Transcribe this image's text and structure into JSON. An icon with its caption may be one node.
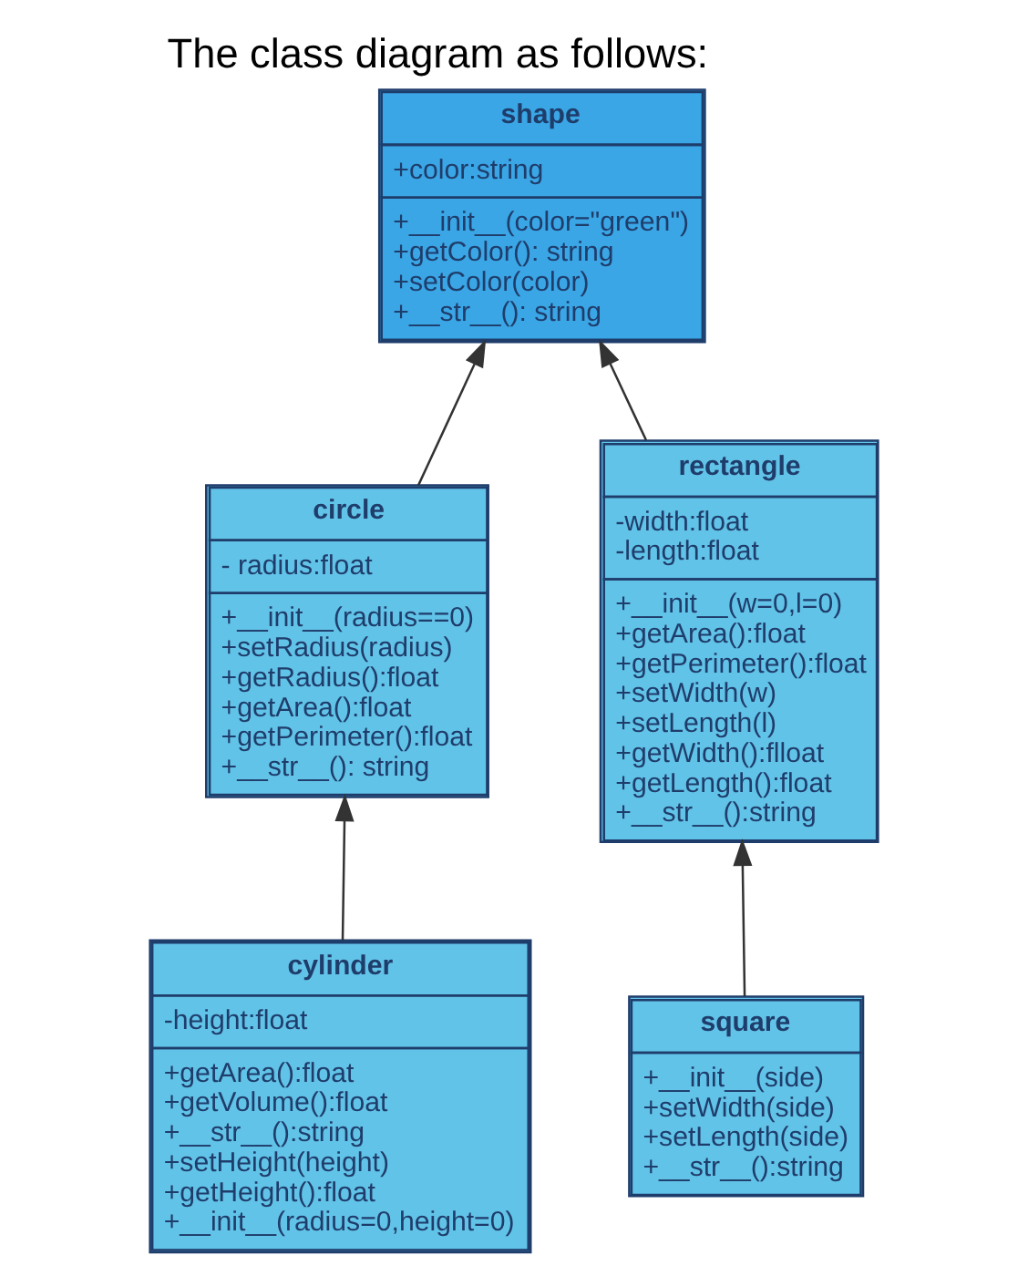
{
  "diagram": {
    "title": "The class diagram as follows:",
    "nodes": [
      {
        "text": [
          "shape",
          "+color:string",
          "+__init__(color=\"green\")",
          "+getColor(): string",
          "+setColor(color)",
          "+__str__(): string"
        ]
      },
      {
        "text": [
          "circle",
          "- radius:float",
          "+__init__(radius==0)",
          "+setRadius(radius)",
          "+getRadius():float",
          "+getArea():float",
          "+getPerimeter():float",
          "+__str__(): string"
        ]
      },
      {
        "text": [
          "rectangle",
          "-width:float",
          "-length:float",
          "+__init__(w=0,l=0)",
          "+getArea():float",
          "+getPerimeter():float",
          "+setWidth(w)",
          "+setLength(l)",
          "+getWidth():flloat",
          "+getLength():float",
          "+__str__():string"
        ]
      },
      {
        "text": [
          "cylinder",
          "-height:float",
          "+getArea():float",
          "+getVolume():float",
          "+__str__():string",
          "+setHeight(height)",
          "+getHeight():float",
          "+__init__(radius=0,height=0)"
        ]
      },
      {
        "text": [
          "square",
          "+__init__(side)",
          "+setWidth(side)",
          "+setLength(side)",
          "+__str__():string"
        ]
      }
    ],
    "edges": [
      {
        "from": 1,
        "to": 0,
        "arrow": "to"
      },
      {
        "from": 2,
        "to": 0,
        "arrow": "to"
      },
      {
        "from": 3,
        "to": 1,
        "arrow": "to"
      },
      {
        "from": 4,
        "to": 2,
        "arrow": "to"
      }
    ]
  }
}
